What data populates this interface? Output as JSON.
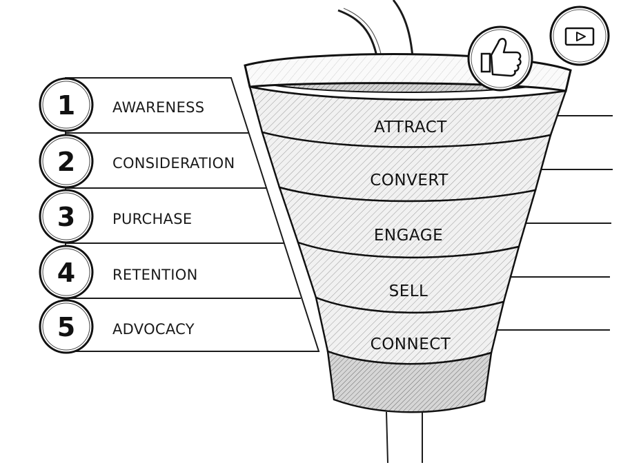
{
  "stages": [
    {
      "number": "1",
      "label": "AWARENESS"
    },
    {
      "number": "2",
      "label": "CONSIDERATION"
    },
    {
      "number": "3",
      "label": "PURCHASE"
    },
    {
      "number": "4",
      "label": "RETENTION"
    },
    {
      "number": "5",
      "label": "ADVOCACY"
    }
  ],
  "funnel": {
    "sections": [
      "ATTRACT",
      "CONVERT",
      "ENGAGE",
      "SELL",
      "CONNECT"
    ]
  },
  "icons": [
    "thumbs-up-icon",
    "video-play-icon"
  ],
  "colors": {
    "ink": "#111111",
    "shade": "#d9d9d9",
    "paper": "#ffffff"
  }
}
